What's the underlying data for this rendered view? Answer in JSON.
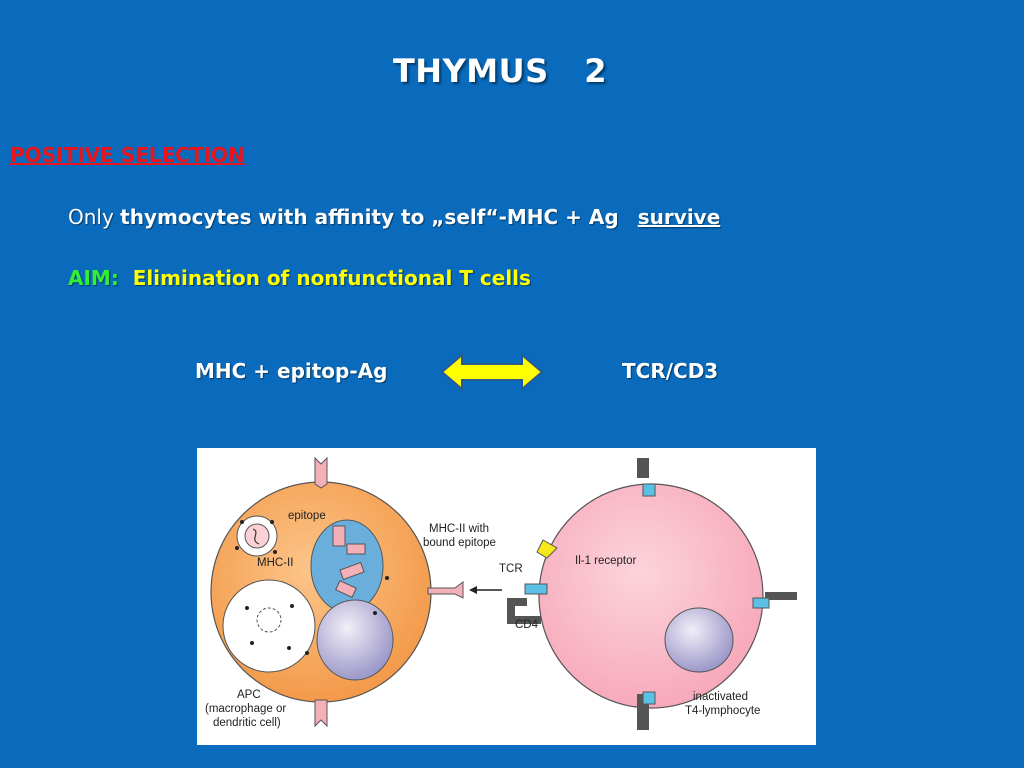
{
  "slide": {
    "title": "THYMUS",
    "title_number": "2",
    "section_heading": "POSITIVE  SELECTION",
    "line1": {
      "prefix": "Only ",
      "bold": "thymocytes  with affinity  to  „self“-MHC + Ag",
      "underlined": "survive"
    },
    "aim": {
      "label": "AIM:",
      "text": "Elimination of nonfunctional  T cells"
    },
    "interaction": {
      "left": "MHC + epitop-Ag",
      "right": "TCR/CD3"
    },
    "colors": {
      "background": "#0a6bbd",
      "heading": "#e8141b",
      "aim_label": "#33ee33",
      "aim_text": "#ffff00",
      "arrow": "#ffff00"
    }
  },
  "figure": {
    "labels": {
      "epitope": "epitope",
      "mhc2": "MHC-II",
      "mhc2_bound_1": "MHC-II with",
      "mhc2_bound_2": "bound epitope",
      "tcr": "TCR",
      "cd4": "CD4",
      "il1": "Il-1 receptor",
      "apc_1": "APC",
      "apc_2": "(macrophage or",
      "apc_3": "dendritic cell)",
      "inact_1": "inactivated",
      "inact_2": "T4-lymphocyte"
    }
  }
}
